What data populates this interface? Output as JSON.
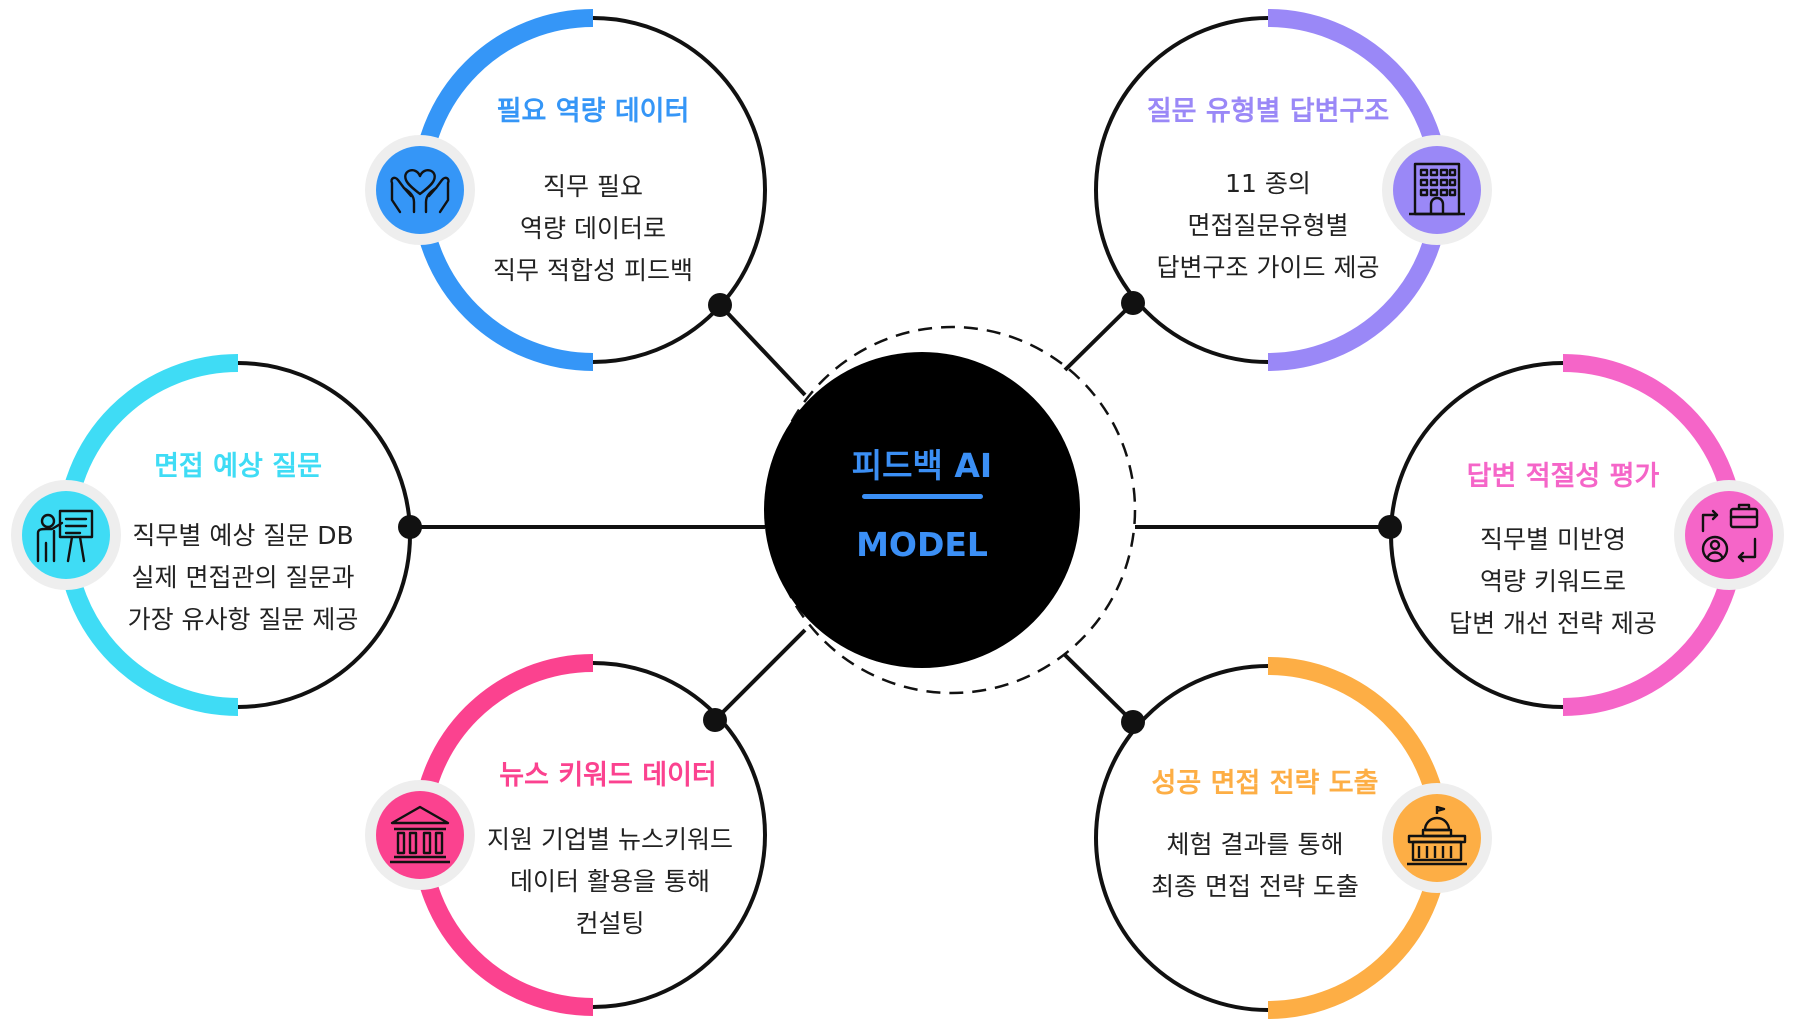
{
  "center": {
    "title": "피드백 AI",
    "subtitle": "MODEL",
    "accent": "#3b8ff5"
  },
  "nodes": [
    {
      "id": "competency-data",
      "title": "필요 역량 데이터",
      "lines": [
        "직무 필요",
        "역량 데이터로",
        "직무 적합성 피드백"
      ],
      "color": "#3596f7",
      "icon": "hands-heart-icon"
    },
    {
      "id": "answer-structure",
      "title": "질문 유형별 답변구조",
      "lines": [
        "11 종의",
        "면접질문유형별",
        "답변구조 가이드 제공"
      ],
      "color": "#9a88f7",
      "icon": "building-icon"
    },
    {
      "id": "expected-questions",
      "title": "면접 예상 질문",
      "lines": [
        "직무별 예상 질문 DB",
        "실제 면접관의 질문과",
        "가장 유사항 질문 제공"
      ],
      "color": "#3fdcf5",
      "icon": "presenter-icon"
    },
    {
      "id": "answer-evaluation",
      "title": "답변 적절성 평가",
      "lines": [
        "직무별 미반영",
        "역량 키워드로",
        "답변 개선 전략 제공"
      ],
      "color": "#f565c8",
      "icon": "career-change-icon"
    },
    {
      "id": "news-keyword",
      "title": "뉴스 키워드 데이터",
      "lines": [
        "지원 기업별 뉴스키워드",
        "데이터 활용을 통해",
        "컨설팅"
      ],
      "color": "#fb428f",
      "icon": "bank-icon"
    },
    {
      "id": "success-strategy",
      "title": "성공 면접 전략 도출",
      "lines": [
        "체험 결과를 통해",
        "최종 면접 전략 도출"
      ],
      "color": "#fdae45",
      "icon": "capitol-icon"
    }
  ]
}
